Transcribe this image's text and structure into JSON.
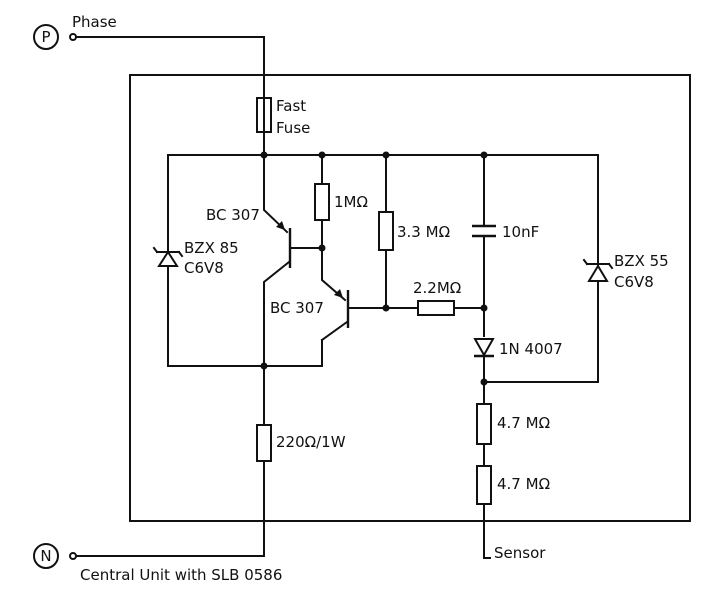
{
  "terminals": {
    "phase_symbol": "P",
    "phase_label": "Phase",
    "neutral_symbol": "N",
    "neutral_label": "Central Unit with SLB 0586",
    "sensor_label": "Sensor"
  },
  "components": {
    "fuse_line1": "Fast",
    "fuse_line2": "Fuse",
    "r_1m": "1MΩ",
    "r_3m3": "3.3 MΩ",
    "c_10n": "10nF",
    "r_2m2": "2.2MΩ",
    "r_220": "220Ω/1W",
    "r_4m7_a": "4.7 MΩ",
    "r_4m7_b": "4.7 MΩ",
    "diode": "1N 4007",
    "t1": "BC 307",
    "t2": "BC 307",
    "z1_line1": "BZX 85",
    "z1_line2": "C6V8",
    "z2_line1": "BZX 55",
    "z2_line2": "C6V8"
  },
  "colors": {
    "ink": "#111111",
    "background": "#ffffff"
  }
}
